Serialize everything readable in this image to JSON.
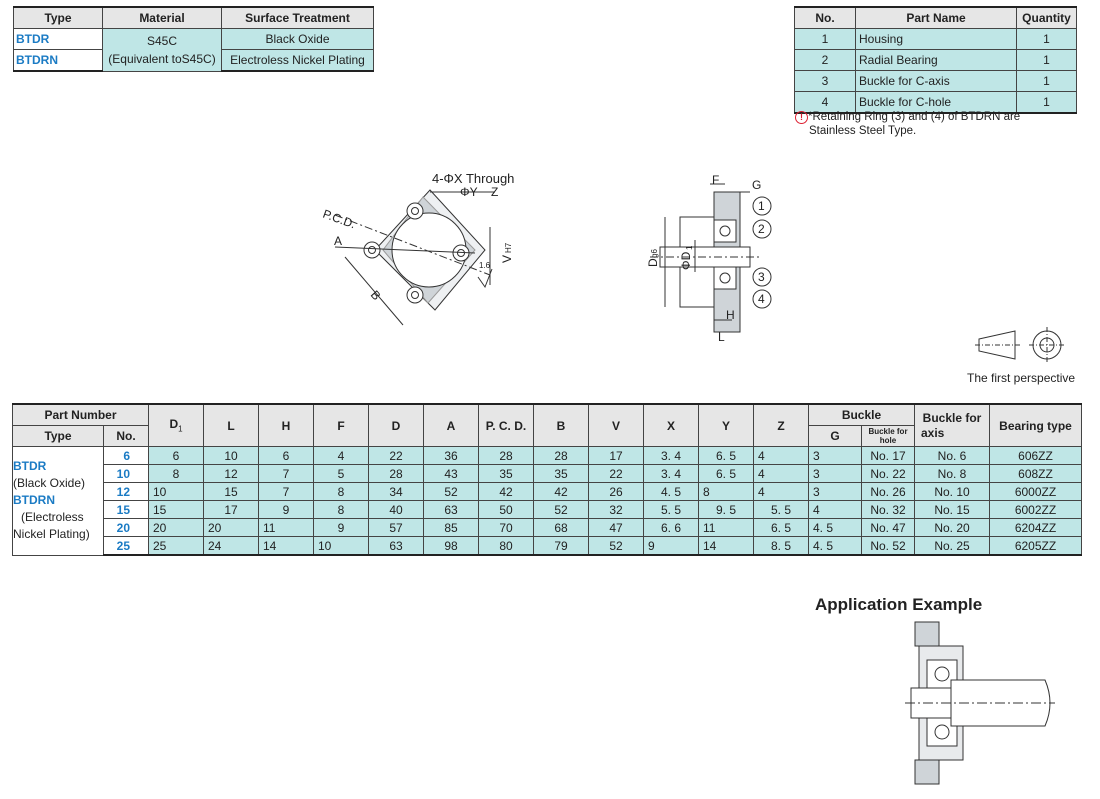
{
  "material_table": {
    "headers": [
      "Type",
      "Material",
      "Surface Treatment"
    ],
    "rows": [
      {
        "type": "BTDR",
        "treatment": "Black Oxide"
      },
      {
        "type": "BTDRN",
        "treatment": "Electroless Nickel Plating"
      }
    ],
    "material_line1": "S45C",
    "material_line2": "(Equivalent toS45C)"
  },
  "parts_table": {
    "headers": [
      "No.",
      "Part Name",
      "Quantity"
    ],
    "rows": [
      {
        "no": "1",
        "name": "Housing",
        "qty": "1"
      },
      {
        "no": "2",
        "name": "Radial Bearing",
        "qty": "1"
      },
      {
        "no": "3",
        "name": "Buckle for C-axis",
        "qty": "1"
      },
      {
        "no": "4",
        "name": "Buckle for C-hole",
        "qty": "1"
      }
    ],
    "note_line1": "*Retaining Ring (3) and (4) of BTDRN are",
    "note_line2": "Stainless Steel Type."
  },
  "drawing": {
    "through_label": "4-ΦX Through",
    "cbore_label": "ΦY",
    "depth_label": "Z",
    "pcd_label": "P.C.D.",
    "a_label": "A",
    "b_label": "B",
    "v_label": "V",
    "v_tol": "H7",
    "rough_label": "1.6",
    "f_label": "F",
    "g_label": "G",
    "h_label": "H",
    "l_label": "L",
    "d_label": "D",
    "d_tol": "g6",
    "d1_label": "ΦD",
    "d1_sub": "1",
    "callouts": [
      "1",
      "2",
      "3",
      "4"
    ]
  },
  "perspective_label": "The first perspective",
  "spec_table": {
    "h_part_number": "Part Number",
    "h_type": "Type",
    "h_no": "No.",
    "h_d1": "D",
    "h_d1_sub": "1",
    "h_l": "L",
    "h_h": "H",
    "h_f": "F",
    "h_d": "D",
    "h_a": "A",
    "h_pcd": "P. C. D.",
    "h_b": "B",
    "h_v": "V",
    "h_x": "X",
    "h_y": "Y",
    "h_z": "Z",
    "h_buckle": "Buckle",
    "h_g": "G",
    "h_buckle_hole": "Buckle for hole",
    "h_buckle_axis_1": "Buckle for",
    "h_buckle_axis_2": "axis",
    "h_bearing": "Bearing type",
    "type_lines": [
      "BTDR",
      "(Black Oxide)",
      "BTDRN",
      "(Electroless",
      "Nickel Plating)"
    ],
    "rows": [
      {
        "no": "6",
        "d1": "6",
        "l": "10",
        "h": "6",
        "f": "4",
        "d": "22",
        "a": "36",
        "pcd": "28",
        "b": "28",
        "v": "17",
        "x": "3. 4",
        "y": "6. 5",
        "z": "4",
        "g": "3",
        "hole": "No. 17",
        "axis": "No.  6",
        "bearing": "606ZZ"
      },
      {
        "no": "10",
        "d1": "8",
        "l": "12",
        "h": "7",
        "f": "5",
        "d": "28",
        "a": "43",
        "pcd": "35",
        "b": "35",
        "v": "22",
        "x": "3. 4",
        "y": "6. 5",
        "z": "4",
        "g": "3",
        "hole": "No. 22",
        "axis": "No.  8",
        "bearing": "608ZZ"
      },
      {
        "no": "12",
        "d1": "10",
        "l": "15",
        "h": "7",
        "f": "8",
        "d": "34",
        "a": "52",
        "pcd": "42",
        "b": "42",
        "v": "26",
        "x": "4. 5",
        "y": "8",
        "z": "4",
        "g": "3",
        "hole": "No. 26",
        "axis": "No. 10",
        "bearing": "6000ZZ"
      },
      {
        "no": "15",
        "d1": "15",
        "l": "17",
        "h": "9",
        "f": "8",
        "d": "40",
        "a": "63",
        "pcd": "50",
        "b": "52",
        "v": "32",
        "x": "5. 5",
        "y": "9. 5",
        "z": "5. 5",
        "g": "4",
        "hole": "No. 32",
        "axis": "No. 15",
        "bearing": "6002ZZ"
      },
      {
        "no": "20",
        "d1": "20",
        "l": "20",
        "h": "11",
        "f": "9",
        "d": "57",
        "a": "85",
        "pcd": "70",
        "b": "68",
        "v": "47",
        "x": "6. 6",
        "y": "11",
        "z": "6. 5",
        "g": "4. 5",
        "hole": "No. 47",
        "axis": "No. 20",
        "bearing": "6204ZZ"
      },
      {
        "no": "25",
        "d1": "25",
        "l": "24",
        "h": "14",
        "f": "10",
        "d": "63",
        "a": "98",
        "pcd": "80",
        "b": "79",
        "v": "52",
        "x": "9",
        "y": "14",
        "z": "8. 5",
        "g": "4. 5",
        "hole": "No. 52",
        "axis": "No. 25",
        "bearing": "6205ZZ"
      }
    ]
  },
  "application_title": "Application Example"
}
